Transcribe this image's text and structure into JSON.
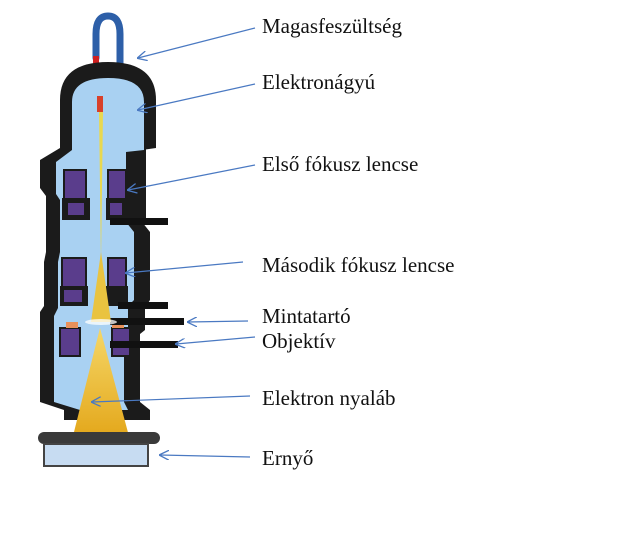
{
  "labels": [
    "Magasfeszültség",
    "Elektronágyú",
    "Első fókusz lencse",
    "Második fókusz lencse",
    "Mintatartó",
    "Objektív",
    "Elektron nyaláb",
    "Ernyő"
  ],
  "colors": {
    "body": "#1b1b1b",
    "chamber": "#a9d1f2",
    "coil": "#5a3d8c",
    "beam": "#e9b21f",
    "cable": "#2d5fa8",
    "arrow": "#4a79c2",
    "screen": "#c7dcf2"
  }
}
